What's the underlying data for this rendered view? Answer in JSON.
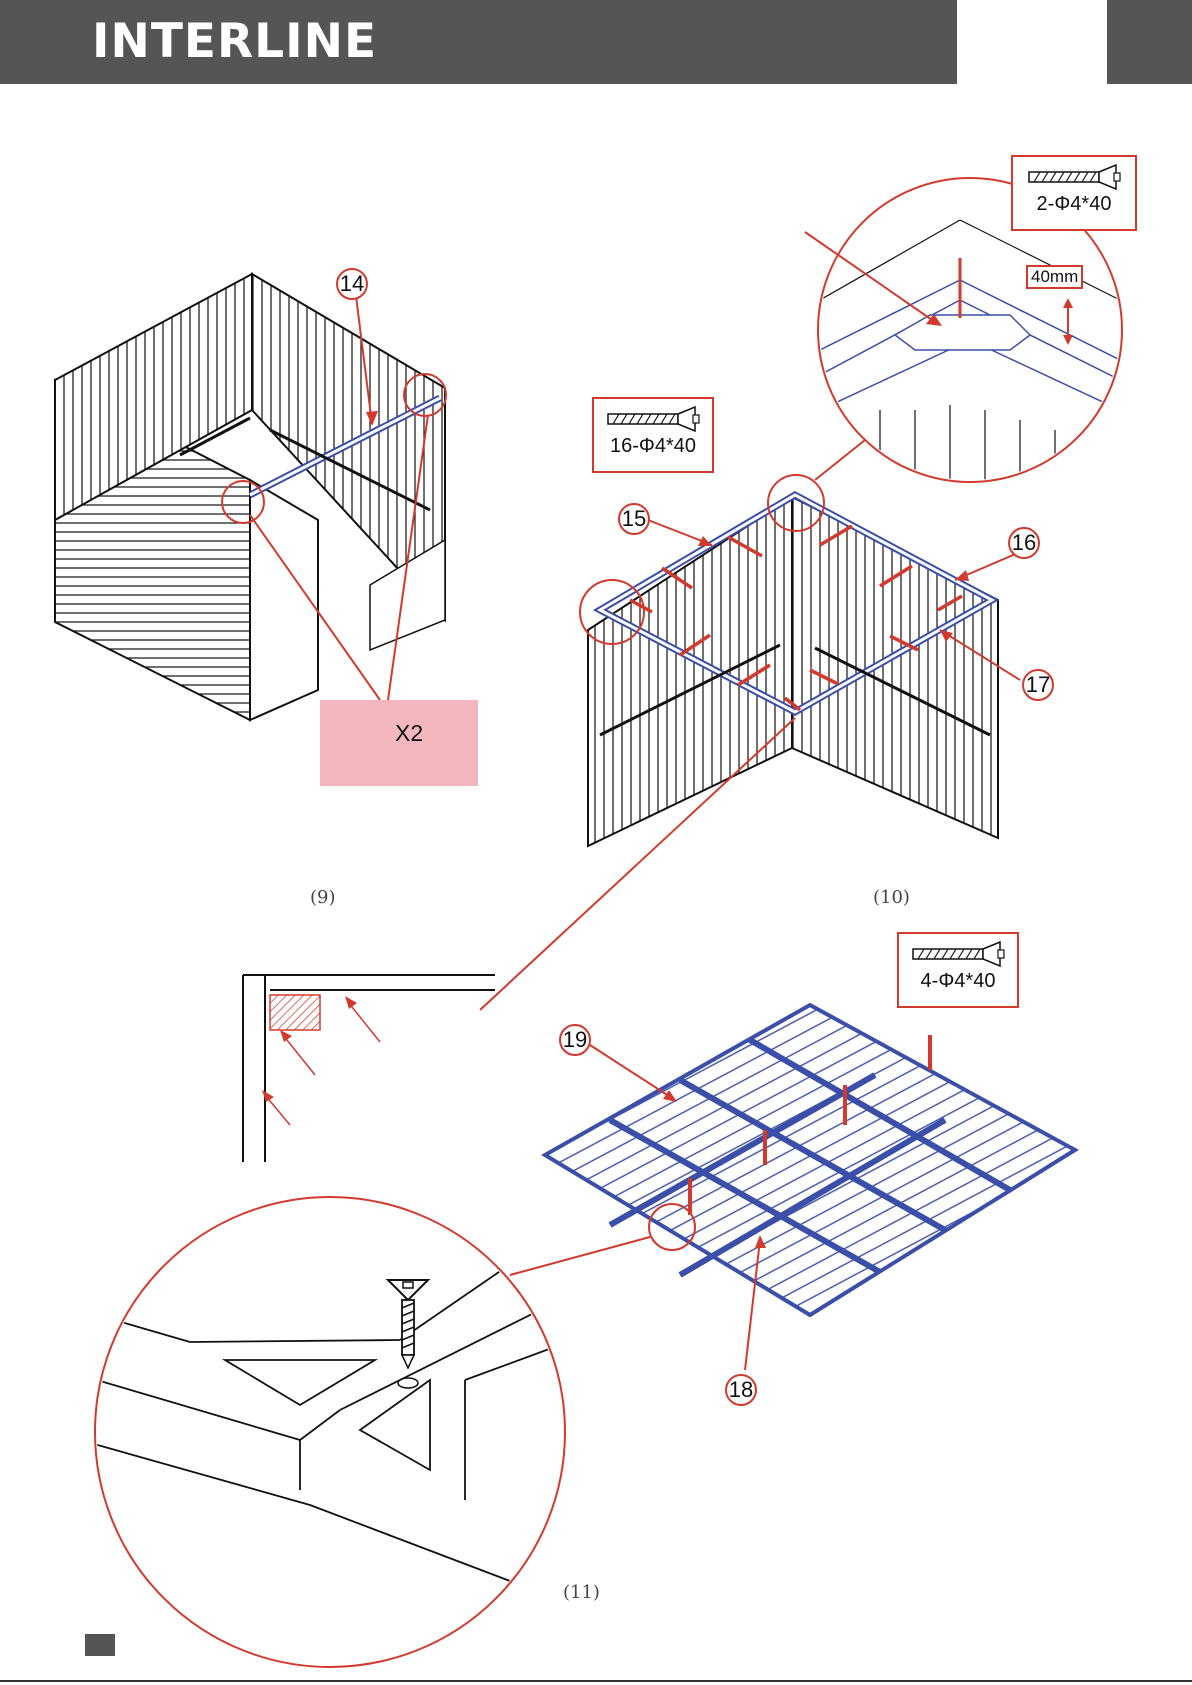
{
  "header": {
    "brand": "INTERLINE"
  },
  "figures": [
    {
      "label": "(9)"
    },
    {
      "label": "(10)"
    },
    {
      "label": "(11)"
    }
  ],
  "parts": [
    "14",
    "15",
    "16",
    "17",
    "18",
    "19"
  ],
  "fasteners": [
    {
      "label": "2-Φ4*40"
    },
    {
      "label": "16-Φ4*40"
    },
    {
      "label": "4-Φ4*40"
    }
  ],
  "dimension": "40mm",
  "kit": {
    "quantity": "X2"
  },
  "colors": {
    "header": "#555558",
    "callout": "#d23a2e",
    "frame": "#3b4fa8",
    "kit_bg": "#f4b7c0"
  }
}
